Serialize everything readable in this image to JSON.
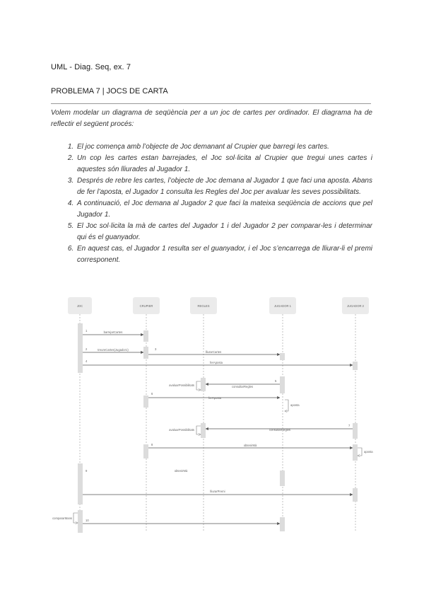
{
  "header": {
    "course": "UML - Diag. Seq, ex. 7",
    "problem_title": "PROBLEMA 7 | JOCS DE CARTA"
  },
  "intro": "Volem modelar un diagrama de seqüència per a un joc de cartes per ordinador. El diagrama ha de reflectir el següent procés:",
  "steps": [
    "El joc comença amb l’objecte de Joc demanant al Crupier que barregi les cartes.",
    "Un cop les cartes estan barrejades, el Joc sol·licita al Crupier que tregui unes cartes i aquestes són lliurades al Jugador 1.",
    "Després de rebre les cartes, l’objecte de Joc demana al Jugador 1 que faci una aposta. Abans de fer l’aposta, el Jugador 1 consulta les Regles del Joc per avaluar les seves possibilitats.",
    "A continuació, el Joc demana al Jugador 2 que faci la mateixa seqüència de accions que pel Jugador 1.",
    "El Joc sol·licita la mà de cartes del Jugador 1 i del Jugador 2 per comparar-les i determinar qui és el guanyador.",
    "En aquest cas, el Jugador 1 resulta ser el guanyador, i el Joc s’encarrega de lliurar-li el premi corresponent."
  ],
  "diagram": {
    "participants": [
      "JOC",
      "CRUPIER",
      "REGLES",
      "JUGADOR 1",
      "JUGADOR 2"
    ],
    "messages": [
      {
        "num": "1",
        "label": "barrejarCartes"
      },
      {
        "num": "2",
        "label": "treureCartes(Jugador1)"
      },
      {
        "num": "3",
        "label": "lliurarCartes"
      },
      {
        "num": "4",
        "label": "ferAposta"
      },
      {
        "num": "5",
        "label": "consultarRegles"
      },
      {
        "num": "6",
        "label": "ferAposta"
      },
      {
        "num": "7",
        "label": "consultarRegles"
      },
      {
        "num": "8",
        "label": "obtenirMà"
      },
      {
        "num": "9",
        "label": "obtenirMà"
      },
      {
        "num": "10",
        "label": "lliurarPremi"
      }
    ],
    "notes": {
      "eval_1": "avaluarPossibilitats",
      "eval_2": "avaluarPossibilitats",
      "aposta_1": "aposta",
      "aposta_2": "aposta",
      "compare": "compararMans"
    }
  }
}
